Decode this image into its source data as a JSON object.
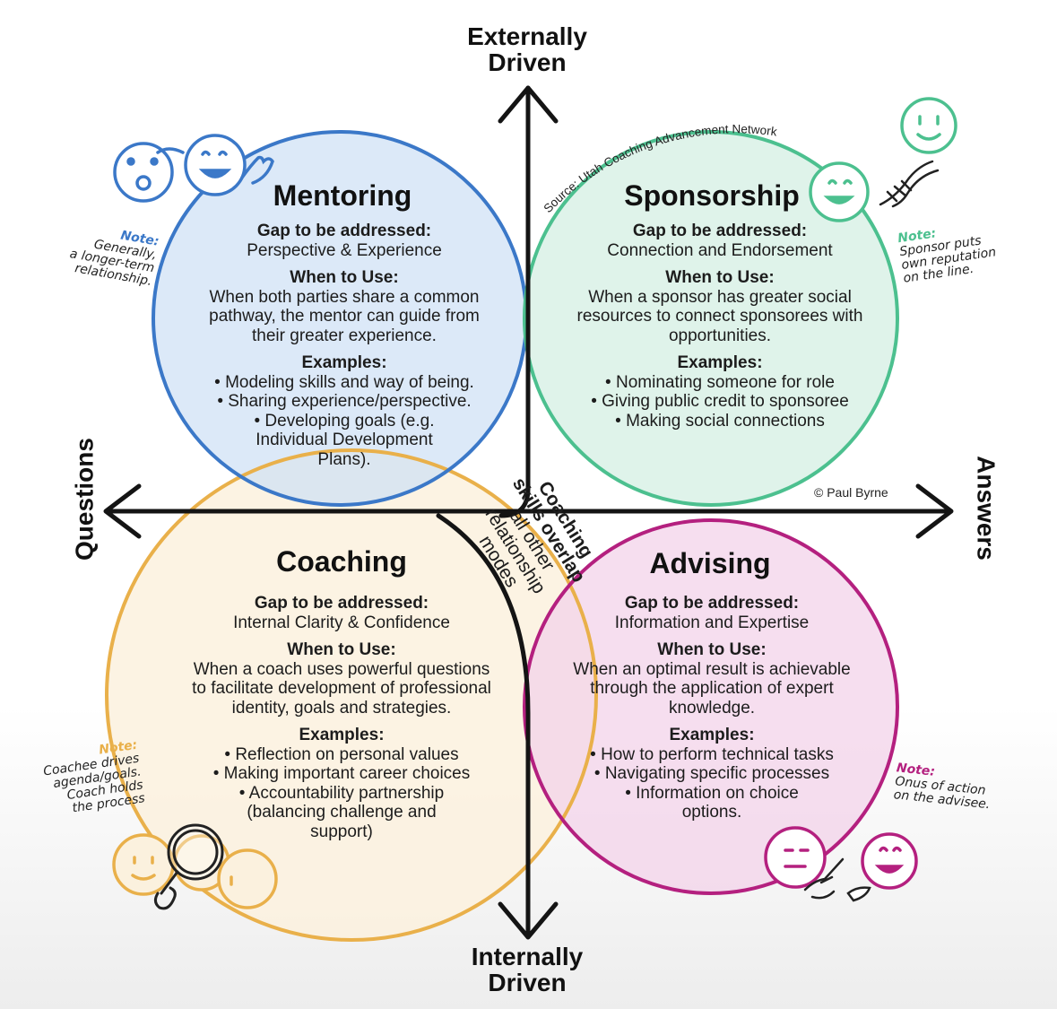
{
  "axes": {
    "top": [
      "Externally",
      "Driven"
    ],
    "bottom": [
      "Internally",
      "Driven"
    ],
    "left": "Questions",
    "right": "Answers"
  },
  "source": "Source: Utah Coaching Advancement Network",
  "credit": "© Paul Byrne",
  "overlap": {
    "bold_lines": [
      "Coaching",
      "skills overlap"
    ],
    "lines": [
      "all other",
      "relationship",
      "modes"
    ]
  },
  "colors": {
    "mentoring": "#3b78c8",
    "sponsorship": "#4cc08f",
    "coaching": "#e9b04a",
    "advising": "#b4207f",
    "axis": "#141414"
  },
  "quadrants": [
    {
      "id": "mentoring",
      "title": "Mentoring",
      "gap_heading": "Gap to be addressed:",
      "gap": [
        "Perspective & Experience"
      ],
      "when_heading": "When to Use:",
      "when": [
        "When both parties share a common",
        "pathway, the mentor can guide from",
        "their greater experience."
      ],
      "examples_heading": "Examples:",
      "examples": [
        "• Modeling skills and way of being.",
        "• Sharing experience/perspective.",
        "• Developing goals (e.g.",
        "Individual Development",
        "Plans)."
      ],
      "note_label": "Note:",
      "note": [
        "Generally,",
        "a longer-term",
        "relationship."
      ]
    },
    {
      "id": "sponsorship",
      "title": "Sponsorship",
      "gap_heading": "Gap to be addressed:",
      "gap": [
        "Connection and Endorsement"
      ],
      "when_heading": "When to Use:",
      "when": [
        "When a sponsor has greater social",
        "resources to connect sponsorees with",
        "opportunities."
      ],
      "examples_heading": "Examples:",
      "examples": [
        "• Nominating someone for role",
        "• Giving public credit to sponsoree",
        "• Making social connections"
      ],
      "note_label": "Note:",
      "note": [
        "Sponsor puts",
        "own reputation",
        "on the line."
      ]
    },
    {
      "id": "coaching",
      "title": "Coaching",
      "gap_heading": "Gap to be addressed:",
      "gap": [
        "Internal Clarity & Confidence"
      ],
      "when_heading": "When to Use:",
      "when": [
        "When a coach uses powerful questions",
        "to facilitate development of professional",
        "identity, goals and strategies."
      ],
      "examples_heading": "Examples:",
      "examples": [
        "• Reflection on personal values",
        "• Making important career choices",
        "• Accountability partnership",
        "(balancing challenge and",
        "support)"
      ],
      "note_label": "Note:",
      "note": [
        "Coachee drives",
        "agenda/goals.",
        "Coach holds",
        "the process"
      ]
    },
    {
      "id": "advising",
      "title": "Advising",
      "gap_heading": "Gap to be addressed:",
      "gap": [
        "Information and Expertise"
      ],
      "when_heading": "When to Use:",
      "when": [
        "When an optimal result is achievable",
        "through the application of expert",
        "knowledge."
      ],
      "examples_heading": "Examples:",
      "examples": [
        "• How to perform technical tasks",
        "• Navigating specific processes",
        "• Information on choice",
        "options."
      ],
      "note_label": "Note:",
      "note": [
        "Onus of action",
        "on the advisee."
      ]
    }
  ]
}
